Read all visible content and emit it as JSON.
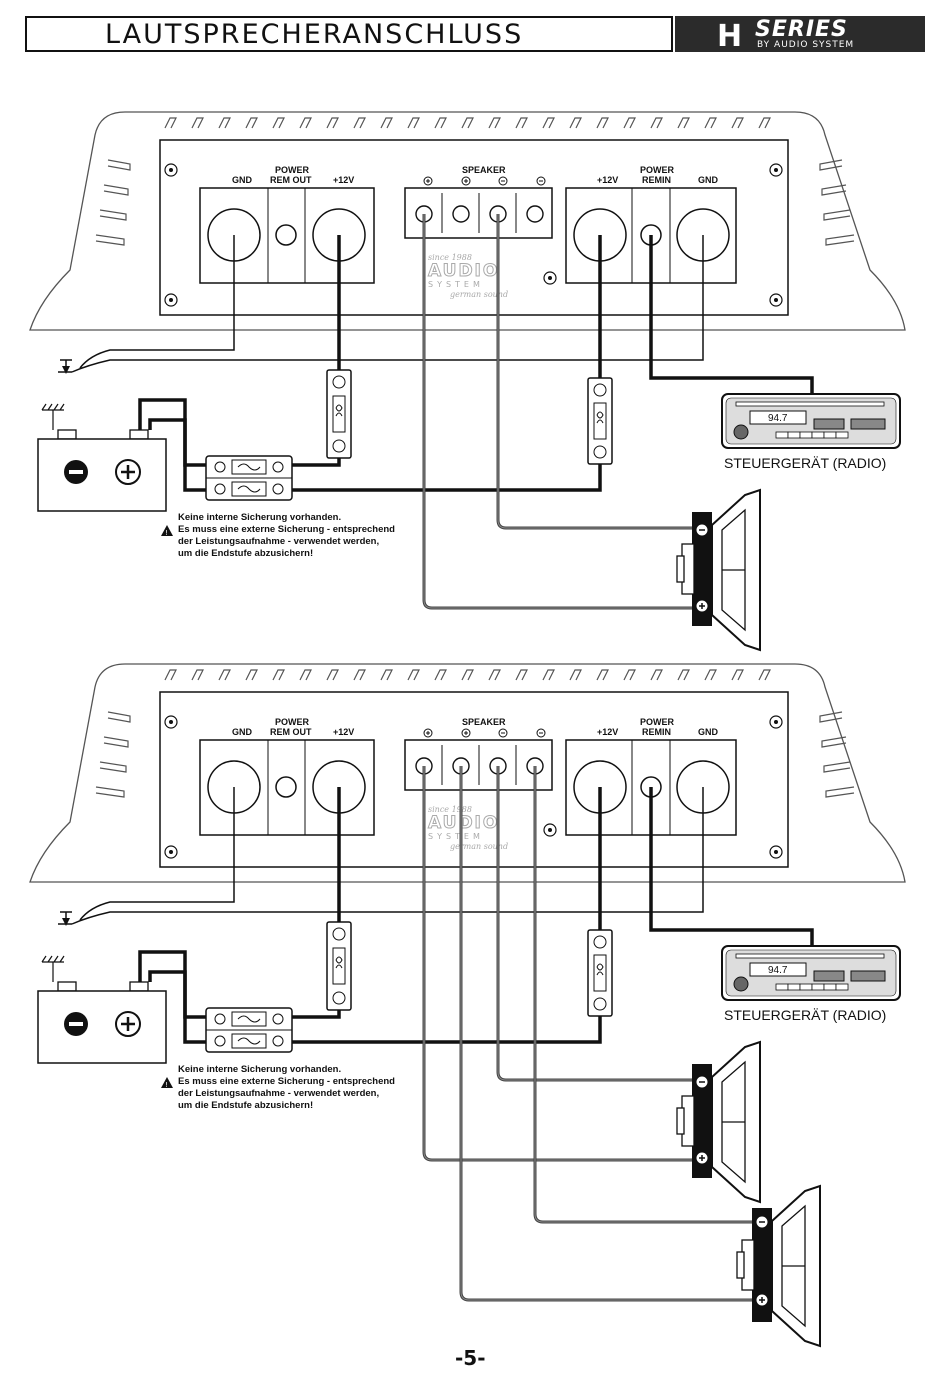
{
  "header": {
    "title": "LAUTSPRECHERANSCHLUSS",
    "logo_h": "H",
    "logo_series": "SERIES",
    "logo_sub": "BY AUDIO SYSTEM"
  },
  "amp_labels": {
    "gnd_left": "GND",
    "power_out_1": "POWER",
    "power_out_2": "REM OUT",
    "plus12_left": "+12V",
    "speaker": "SPEAKER",
    "plus12_right": "+12V",
    "power_in_1": "POWER",
    "power_in_2": "REMIN",
    "gnd_right": "GND"
  },
  "watermark": {
    "since": "since 1988",
    "brand_1": "AUDIO",
    "brand_2": "SYSTEM",
    "tagline": "german sound"
  },
  "radio": {
    "frequency": "94.7",
    "label": "STEUERGERÄT (RADIO)"
  },
  "note": {
    "line1": "Keine interne Sicherung vorhanden.",
    "line2": "Es muss eine externe Sicherung - entsprechend",
    "line3": "der Leistungsaufnahme - verwendet werden,",
    "line4": "um die Endstufe abzusichern!"
  },
  "page_number": "-5-"
}
